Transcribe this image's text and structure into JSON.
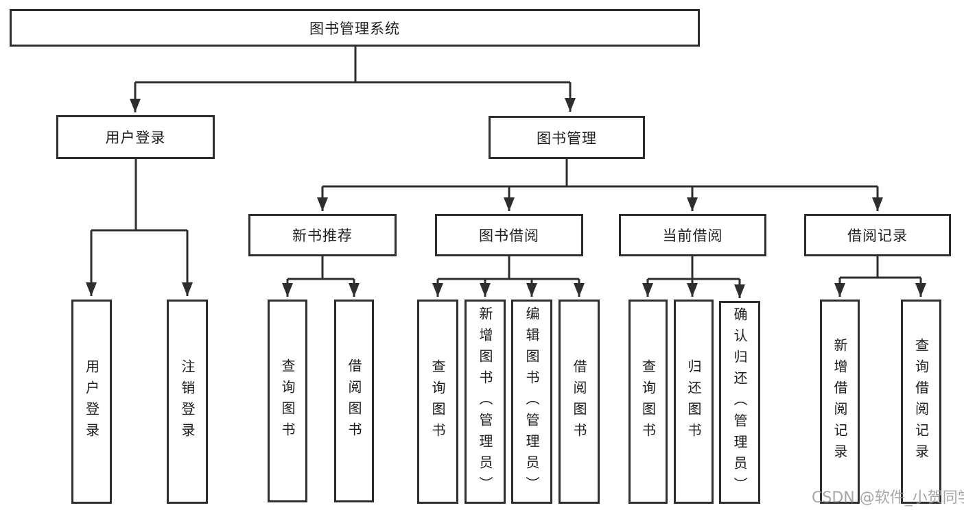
{
  "diagram": {
    "title": "图书管理系统",
    "branches": {
      "userLogin": {
        "label": "用户登录",
        "children": [
          "用户登录",
          "注销登录"
        ]
      },
      "bookMgmt": {
        "label": "图书管理",
        "groups": {
          "newBook": {
            "label": "新书推荐",
            "children": [
              "查询图书",
              "借阅图书"
            ]
          },
          "bookBorrow": {
            "label": "图书借阅",
            "children": [
              "查询图书",
              "新增图书（管理员）",
              "编辑图书（管理员）",
              "借阅图书"
            ]
          },
          "currentBorrow": {
            "label": "当前借阅",
            "children": [
              "查询图书",
              "归还图书",
              "确认归还（管理员）"
            ]
          },
          "borrowRecord": {
            "label": "借阅记录",
            "children": [
              "新增借阅记录",
              "查询借阅记录"
            ]
          }
        }
      }
    }
  },
  "watermark": "CSDN @软件_小贺同学",
  "colors": {
    "line": "#2e2e2e",
    "text": "#1d1d1f",
    "watermark": "#969696",
    "background": "#ffffff"
  }
}
